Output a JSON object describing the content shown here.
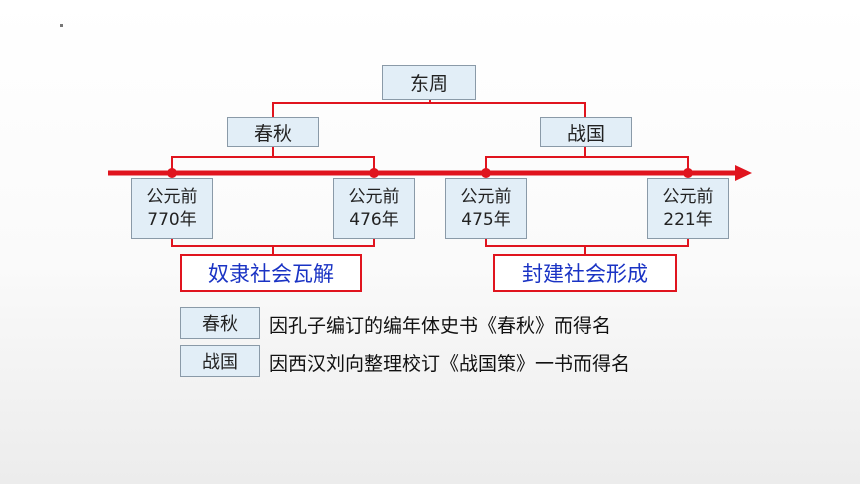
{
  "top": {
    "label": "东周"
  },
  "periods": [
    {
      "label": "春秋"
    },
    {
      "label": "战国"
    }
  ],
  "dates": [
    {
      "line1": "公元前",
      "line2": "770年"
    },
    {
      "line1": "公元前",
      "line2": "476年"
    },
    {
      "line1": "公元前",
      "line2": "475年"
    },
    {
      "line1": "公元前",
      "line2": "221年"
    }
  ],
  "society": [
    {
      "label": "奴隶社会瓦解"
    },
    {
      "label": "封建社会形成"
    }
  ],
  "notes": [
    {
      "label": "春秋",
      "text": "因孔子编订的编年体史书《春秋》而得名"
    },
    {
      "label": "战国",
      "text": "因西汉刘向整理校订《战国策》一书而得名"
    }
  ],
  "colors": {
    "connector": "#e0141e",
    "box_fill": "#e2eef7",
    "society_text": "#1a33c4"
  }
}
